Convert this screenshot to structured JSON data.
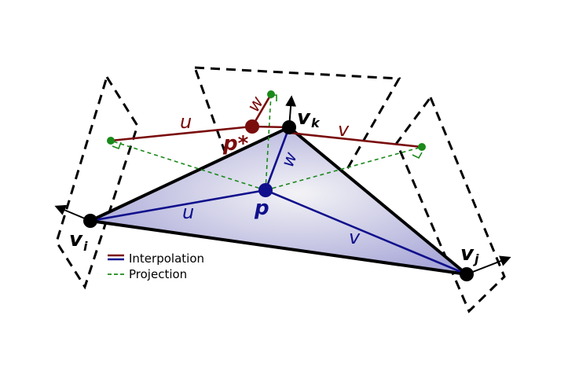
{
  "labels": {
    "vi": "v",
    "vi_sub": "i",
    "vj": "v",
    "vj_sub": "j",
    "vk": "v",
    "vk_sub": "k",
    "p": "p",
    "p_star": "p*",
    "u_blue": "u",
    "v_blue": "v",
    "w_blue": "w",
    "u_red": "u",
    "v_red": "v",
    "w_red": "w"
  },
  "legend": {
    "interpolation": "Interpolation",
    "projection": "Projection"
  },
  "colors": {
    "blue": "#10108c",
    "red": "#7a0c0c",
    "green": "#1a8a1a",
    "black": "#000000",
    "fill_center": "#f3f3f6",
    "fill_edge": "#a9a8d8"
  }
}
